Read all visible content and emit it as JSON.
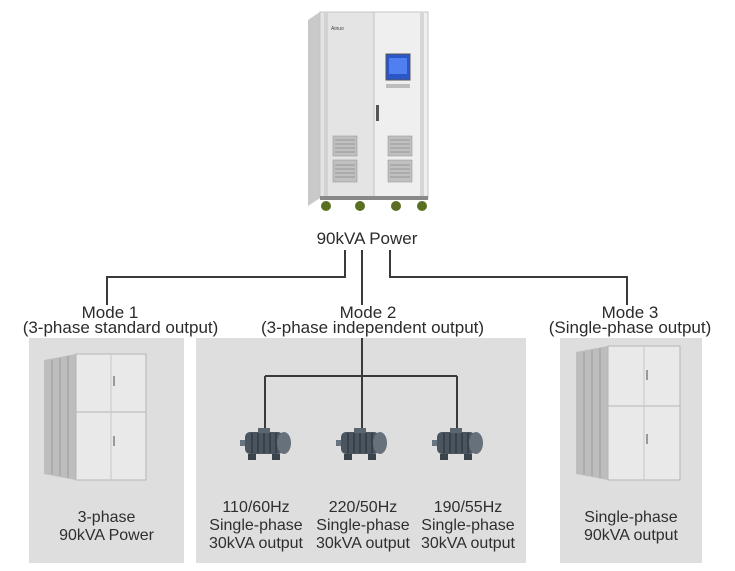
{
  "source": {
    "brand": "Ainuo",
    "label": "90kVA Power"
  },
  "modes": [
    {
      "title": "Mode 1",
      "subtitle": "(3-phase standard output)",
      "output_line1": "3-phase",
      "output_line2": "90kVA Power"
    },
    {
      "title": "Mode 2",
      "subtitle": "(3-phase independent output)",
      "outputs": [
        {
          "line1": "110/60Hz",
          "line2": "Single-phase",
          "line3": "30kVA output"
        },
        {
          "line1": "220/50Hz",
          "line2": "Single-phase",
          "line3": "30kVA output"
        },
        {
          "line1": "190/55Hz",
          "line2": "Single-phase",
          "line3": "30kVA output"
        }
      ]
    },
    {
      "title": "Mode 3",
      "subtitle": "(Single-phase output)",
      "output_line1": "Single-phase",
      "output_line2": "90kVA output"
    }
  ],
  "colors": {
    "line": "#3a3a3a",
    "panel": "#dedede",
    "cabinet": "#e9e9e9",
    "screen": "#2b56c8",
    "motor": "#4a5560"
  }
}
